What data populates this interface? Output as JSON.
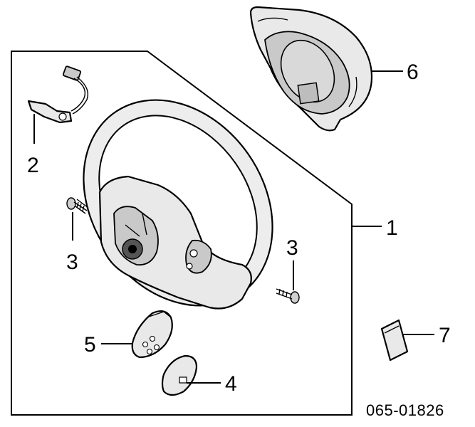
{
  "diagram": {
    "reference_code": "065-01826",
    "callouts": [
      {
        "id": "callout-1",
        "label": "1"
      },
      {
        "id": "callout-2",
        "label": "2"
      },
      {
        "id": "callout-3a",
        "label": "3"
      },
      {
        "id": "callout-3b",
        "label": "3"
      },
      {
        "id": "callout-4",
        "label": "4"
      },
      {
        "id": "callout-5",
        "label": "5"
      },
      {
        "id": "callout-6",
        "label": "6"
      },
      {
        "id": "callout-7",
        "label": "7"
      }
    ]
  }
}
